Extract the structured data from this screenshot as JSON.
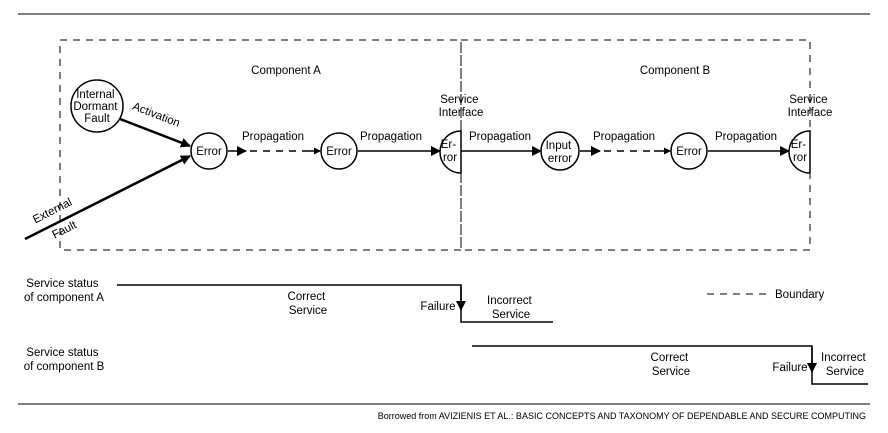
{
  "components": {
    "a_title": "Component A",
    "b_title": "Component B"
  },
  "faults": {
    "internal": [
      "Internal",
      "Dormant",
      "Fault"
    ],
    "activation": "Activation",
    "external": [
      "External",
      "Fault"
    ]
  },
  "nodes": {
    "error": "Error",
    "interface_error": [
      "Er-",
      "ror"
    ],
    "input_error": [
      "Input",
      "error"
    ]
  },
  "edges": {
    "propagation": "Propagation"
  },
  "service_interface": [
    "Service",
    "Interface"
  ],
  "timeline": {
    "a_label": [
      "Service status",
      "of component A"
    ],
    "b_label": [
      "Service status",
      "of component B"
    ],
    "correct": [
      "Correct",
      "Service"
    ],
    "failure": "Failure",
    "incorrect": [
      "Incorrect",
      "Service"
    ]
  },
  "legend": {
    "boundary": "Boundary"
  },
  "caption": "Borrowed from AVIZIENIS ET AL.: BASIC CONCEPTS AND TAXONOMY OF DEPENDABLE AND SECURE COMPUTING"
}
